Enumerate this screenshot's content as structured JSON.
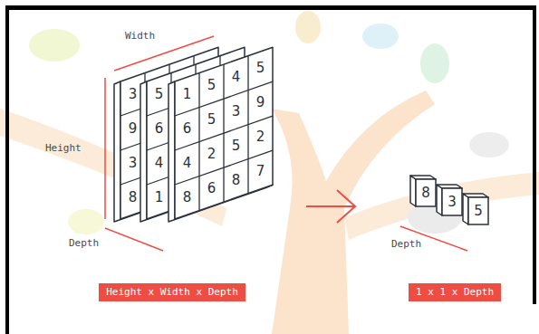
{
  "diagram": {
    "nodes": [
      {
        "text": [
          "Height x Width x Depth"
        ]
      },
      {
        "text": [
          "1 x 1 x Depth"
        ]
      }
    ],
    "labels": [
      "Width",
      "Height",
      "Depth",
      "3",
      "9",
      "3",
      "8",
      "5",
      "6",
      "4",
      "1",
      "1",
      "5",
      "4",
      "5",
      "6",
      "5",
      "3",
      "9",
      "4",
      "2",
      "5",
      "2",
      "8",
      "6",
      "8",
      "7",
      "8",
      "3",
      "5",
      "Depth"
    ]
  }
}
